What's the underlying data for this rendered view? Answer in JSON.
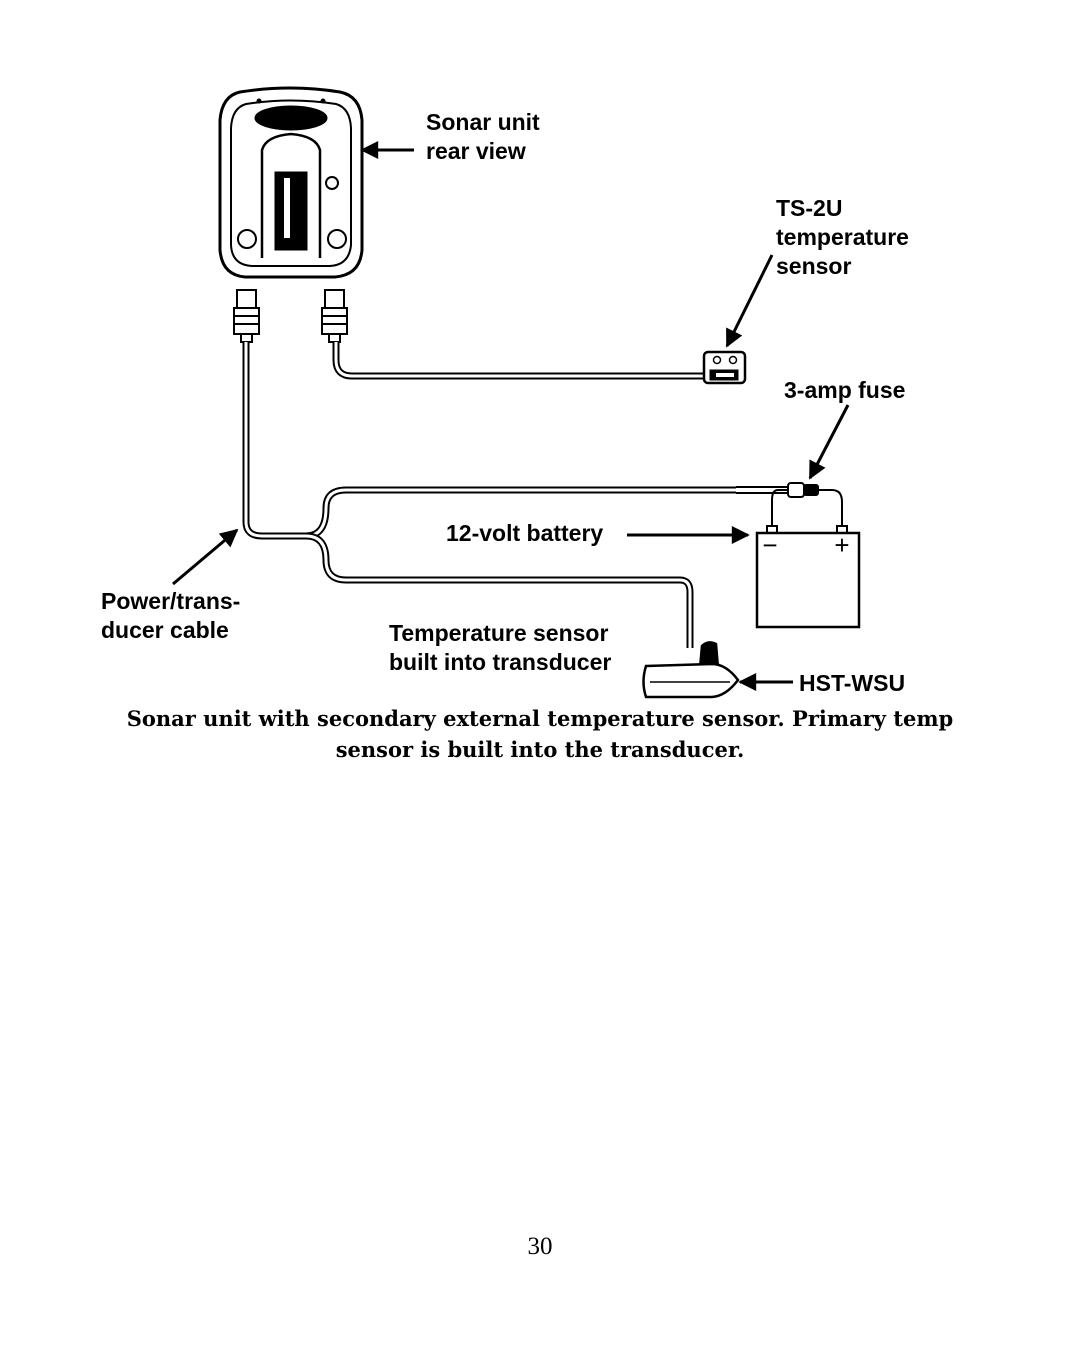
{
  "labels": {
    "sonar_unit_1": "Sonar unit",
    "sonar_unit_2": "rear view",
    "ts2u_1": "TS-2U",
    "ts2u_2": "temperature",
    "ts2u_3": "sensor",
    "fuse": "3-amp fuse",
    "battery": "12-volt battery",
    "cable_1": "Power/trans-",
    "cable_2": "ducer cable",
    "temp_1": "Temperature sensor",
    "temp_2": "built into transducer",
    "transducer": "HST-WSU",
    "battery_minus": "−",
    "battery_plus": "+"
  },
  "caption": {
    "line1": "Sonar unit with secondary external temperature sensor. Primary temp",
    "line2": "sensor is built into the transducer."
  },
  "page_number": "30"
}
